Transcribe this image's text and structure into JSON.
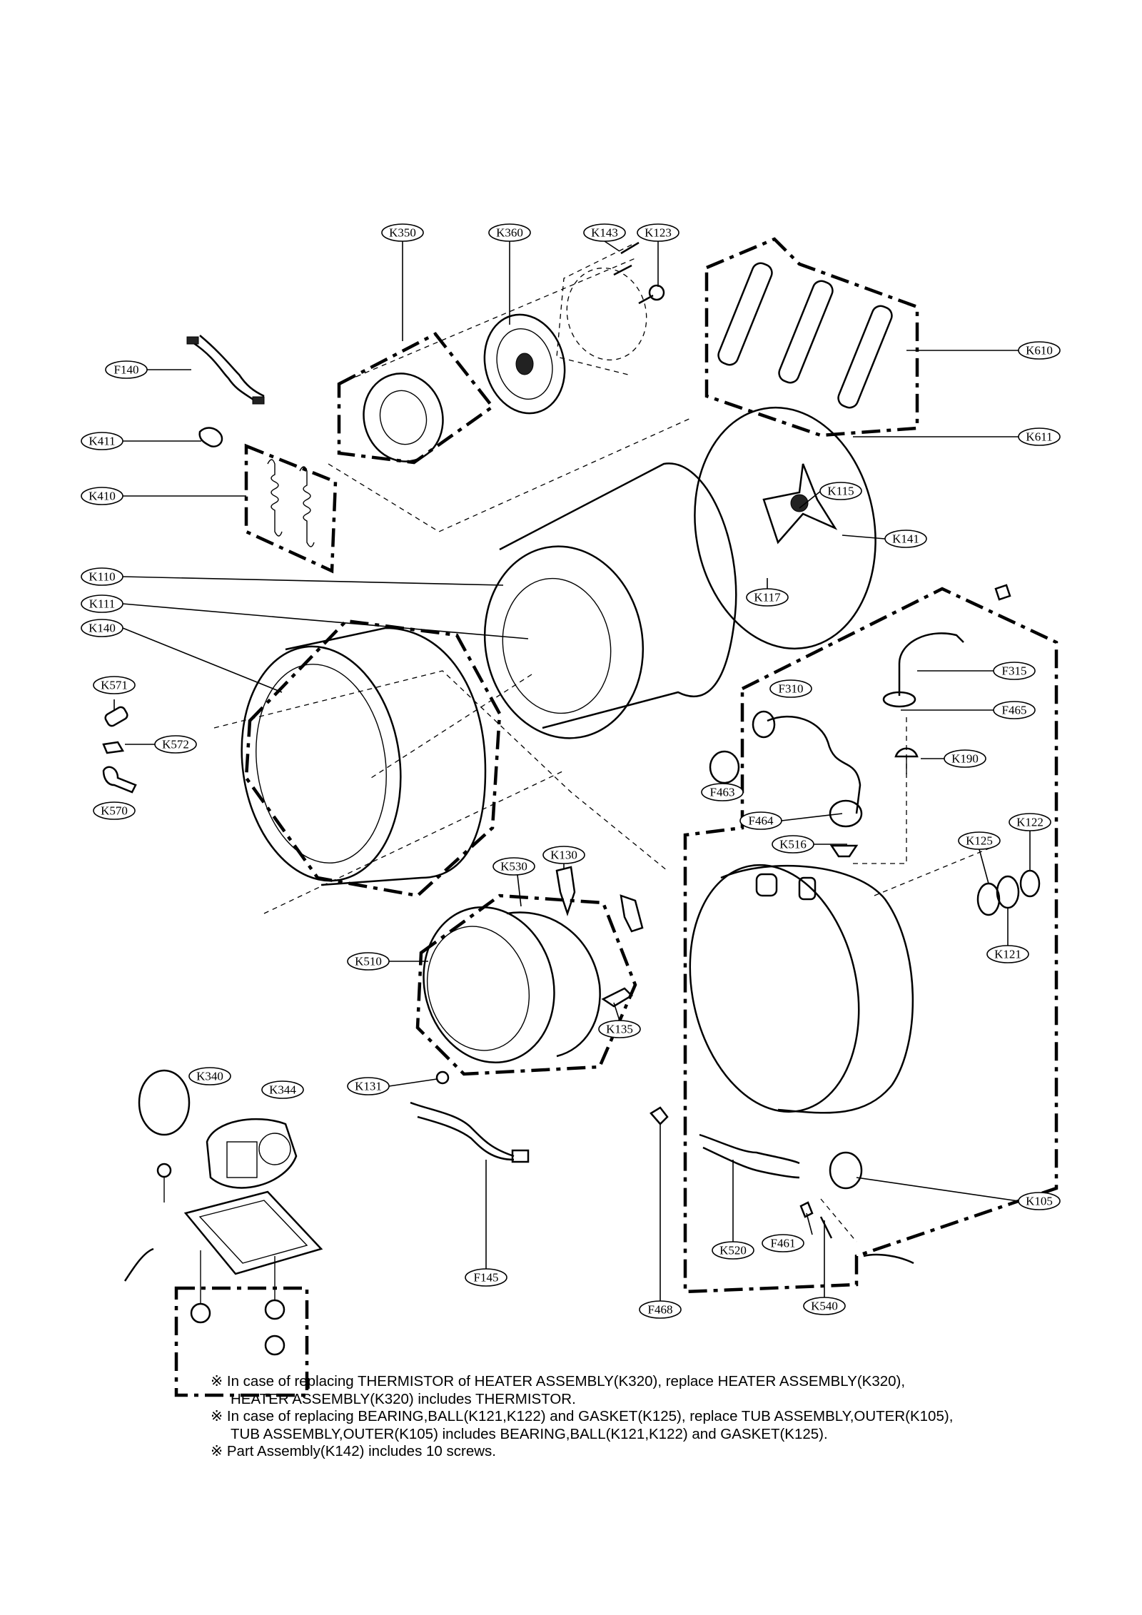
{
  "callouts": [
    {
      "id": "K350",
      "label": "K350"
    },
    {
      "id": "K360",
      "label": "K360"
    },
    {
      "id": "K143",
      "label": "K143"
    },
    {
      "id": "K123",
      "label": "K123"
    },
    {
      "id": "K610",
      "label": "K610"
    },
    {
      "id": "K611",
      "label": "K611"
    },
    {
      "id": "F140",
      "label": "F140"
    },
    {
      "id": "K411",
      "label": "K411"
    },
    {
      "id": "K410",
      "label": "K410"
    },
    {
      "id": "K115",
      "label": "K115"
    },
    {
      "id": "K141",
      "label": "K141"
    },
    {
      "id": "K110",
      "label": "K110"
    },
    {
      "id": "K111",
      "label": "K111"
    },
    {
      "id": "K117",
      "label": "K117"
    },
    {
      "id": "K140",
      "label": "K140"
    },
    {
      "id": "F315",
      "label": "F315"
    },
    {
      "id": "F310",
      "label": "F310"
    },
    {
      "id": "F465",
      "label": "F465"
    },
    {
      "id": "K571",
      "label": "K571"
    },
    {
      "id": "K572",
      "label": "K572"
    },
    {
      "id": "K190",
      "label": "K190"
    },
    {
      "id": "F463",
      "label": "F463"
    },
    {
      "id": "K570",
      "label": "K570"
    },
    {
      "id": "F464",
      "label": "F464"
    },
    {
      "id": "K122",
      "label": "K122"
    },
    {
      "id": "K516",
      "label": "K516"
    },
    {
      "id": "K125",
      "label": "K125"
    },
    {
      "id": "K530",
      "label": "K530"
    },
    {
      "id": "K130",
      "label": "K130"
    },
    {
      "id": "K121",
      "label": "K121"
    },
    {
      "id": "K510",
      "label": "K510"
    },
    {
      "id": "K135",
      "label": "K135"
    },
    {
      "id": "K340",
      "label": "K340"
    },
    {
      "id": "K131",
      "label": "K131"
    },
    {
      "id": "K344",
      "label": "K344"
    },
    {
      "id": "K105",
      "label": "K105"
    },
    {
      "id": "F461",
      "label": "F461"
    },
    {
      "id": "K520",
      "label": "K520"
    },
    {
      "id": "F145",
      "label": "F145"
    },
    {
      "id": "F468",
      "label": "F468"
    },
    {
      "id": "K540",
      "label": "K540"
    }
  ],
  "notes": [
    {
      "lines": [
        "※ In case of replacing THERMISTOR of HEATER ASSEMBLY(K320), replace HEATER ASSEMBLY(K320),",
        "HEATER ASSEMBLY(K320) includes THERMISTOR."
      ]
    },
    {
      "lines": [
        "※ In case of replacing BEARING,BALL(K121,K122) and GASKET(K125), replace TUB ASSEMBLY,OUTER(K105),",
        "TUB ASSEMBLY,OUTER(K105) includes BEARING,BALL(K121,K122) and GASKET(K125)."
      ]
    },
    {
      "lines": [
        "※ Part Assembly(K142) includes 10 screws."
      ]
    }
  ]
}
